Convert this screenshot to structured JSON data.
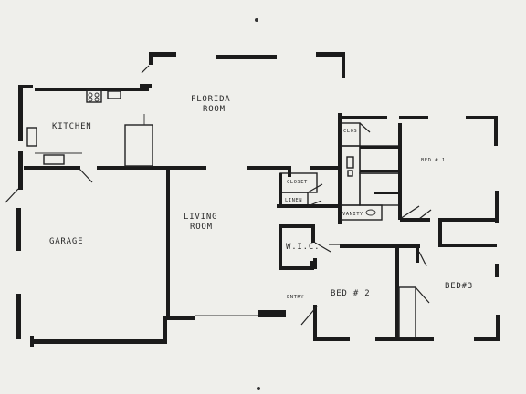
{
  "rooms": {
    "florida_room": [
      "FLORIDA",
      "ROOM"
    ],
    "kitchen": "KITCHEN",
    "garage": "GARAGE",
    "living_room": [
      "LIVING",
      "ROOM"
    ],
    "closet": "CLOSET",
    "linen": "LINEN",
    "wic": "W.I.C.",
    "clos": "CLOS",
    "vanity": "VANITY",
    "bed1": "BED # 1",
    "bed2": "BED # 2",
    "bed3": "BED#3",
    "entry": "ENTRY"
  }
}
